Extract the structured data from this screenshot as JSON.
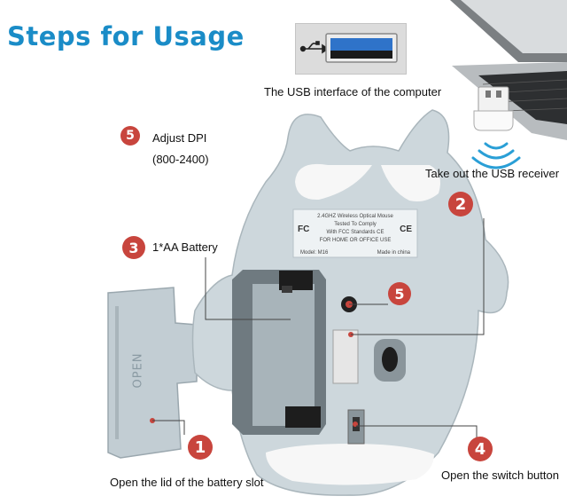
{
  "title": "Steps for Usage",
  "labels": {
    "usb_interface": "The USB interface of the computer",
    "take_out_receiver": "Take out the USB receiver",
    "adjust_dpi": "Adjust DPI",
    "dpi_range": "(800-2400)",
    "battery": "1*AA Battery",
    "open_lid": "Open the lid of the battery slot",
    "open_switch": "Open the switch button"
  },
  "steps": {
    "s1": "1",
    "s2": "2",
    "s3": "3",
    "s4": "4",
    "s5": "5",
    "s5b": "5"
  },
  "sticker": {
    "line1": "2.4GHZ Wireless Optical Mouse",
    "line2": "Tested To Comply",
    "line3": "With FCC Standards CE",
    "line4": "FOR HOME OR OFFICE USE",
    "fc": "FC",
    "ce": "CE",
    "model": "Model: M16",
    "made": "Made in china"
  },
  "lid_text": "OPEN",
  "colors": {
    "title": "#1a8cc7",
    "badge": "#c8453d",
    "mouse_body": "#cdd7dc",
    "wifi": "#2a9fd6",
    "usb_port": "#2f73c9"
  }
}
